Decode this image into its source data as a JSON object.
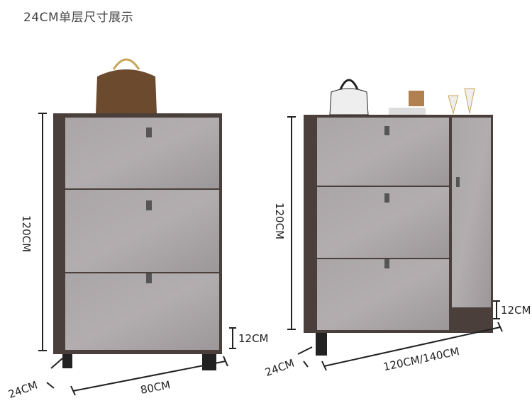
{
  "title": "24CM单层尺寸展示",
  "left_cabinet": {
    "height_label": "120CM",
    "depth_label": "24CM",
    "width_label": "80CM",
    "leg_label": "12CM"
  },
  "right_cabinet": {
    "height_label": "120CM",
    "depth_label": "24CM",
    "width_label": "120CM/140CM",
    "leg_label": "12CM"
  },
  "colors": {
    "frame": "#4a3f3a",
    "door": "#a8a3a5",
    "leg": "#222222",
    "text": "#222222"
  }
}
